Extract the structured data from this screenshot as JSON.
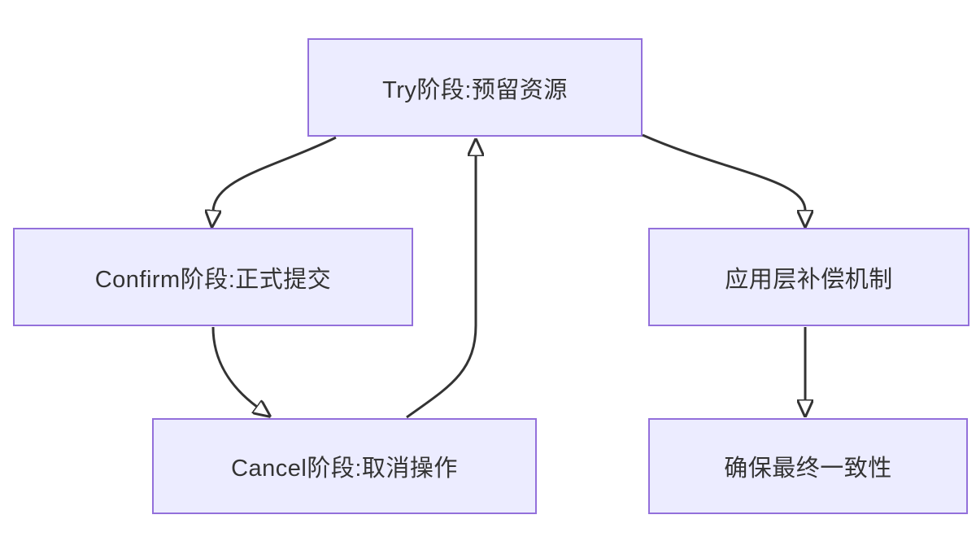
{
  "diagram": {
    "type": "flowchart",
    "background_color": "#ffffff",
    "node_fill_color": "#ECECFF",
    "node_border_color": "#9370DB",
    "edge_color": "#333333",
    "text_color": "#333333",
    "nodes": [
      {
        "id": "try",
        "label": "Try阶段:预留资源"
      },
      {
        "id": "confirm",
        "label": "Confirm阶段:正式提交"
      },
      {
        "id": "cancel",
        "label": "Cancel阶段:取消操作"
      },
      {
        "id": "compensation",
        "label": "应用层补偿机制"
      },
      {
        "id": "consistency",
        "label": "确保最终一致性"
      }
    ],
    "edges": [
      {
        "from": "try",
        "to": "confirm"
      },
      {
        "from": "confirm",
        "to": "cancel"
      },
      {
        "from": "cancel",
        "to": "try"
      },
      {
        "from": "try",
        "to": "compensation"
      },
      {
        "from": "compensation",
        "to": "consistency"
      }
    ]
  }
}
